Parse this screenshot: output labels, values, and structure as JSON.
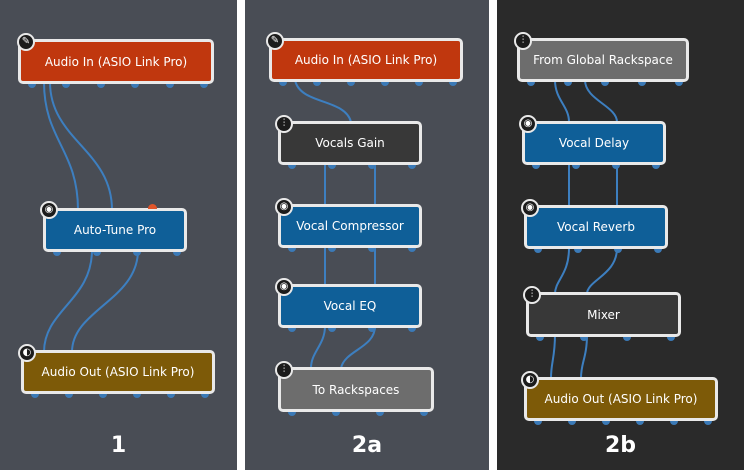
{
  "colors": {
    "panel_1_bg": "#494d55",
    "panel_2a_bg": "#494d55",
    "panel_2b_bg": "#2a2a2a",
    "wire": "#3d7fc0",
    "node_border": "#e9e9e9",
    "audio_in": "#c0370e",
    "plugin": "#0f5f98",
    "gain": "#383838",
    "rackspace": "#6d6d6d",
    "audio_out": "#7d5a08"
  },
  "panels": [
    {
      "label": "1",
      "nodes": [
        {
          "label": "Audio In (ASIO Link Pro)",
          "icon": "microphone-icon"
        },
        {
          "label": "Auto-Tune Pro",
          "icon": "plugin-knob-icon"
        },
        {
          "label": "Audio Out (ASIO Link Pro)",
          "icon": "speaker-icon"
        }
      ]
    },
    {
      "label": "2a",
      "nodes": [
        {
          "label": "Audio In (ASIO Link Pro)",
          "icon": "microphone-icon"
        },
        {
          "label": "Vocals Gain",
          "icon": "mixer-sliders-icon"
        },
        {
          "label": "Vocal Compressor",
          "icon": "plugin-knob-icon"
        },
        {
          "label": "Vocal EQ",
          "icon": "plugin-knob-icon"
        },
        {
          "label": "To Rackspaces",
          "icon": "mixer-sliders-icon"
        }
      ]
    },
    {
      "label": "2b",
      "nodes": [
        {
          "label": "From Global Rackspace",
          "icon": "mixer-sliders-icon"
        },
        {
          "label": "Vocal Delay",
          "icon": "plugin-knob-icon"
        },
        {
          "label": "Vocal Reverb",
          "icon": "plugin-knob-icon"
        },
        {
          "label": "Mixer",
          "icon": "mixer-sliders-icon"
        },
        {
          "label": "Audio Out (ASIO Link Pro)",
          "icon": "speaker-icon"
        }
      ]
    }
  ],
  "icons": {
    "microphone-icon": "✎",
    "plugin-knob-icon": "◉",
    "mixer-sliders-icon": "⫶",
    "speaker-icon": "◐"
  }
}
